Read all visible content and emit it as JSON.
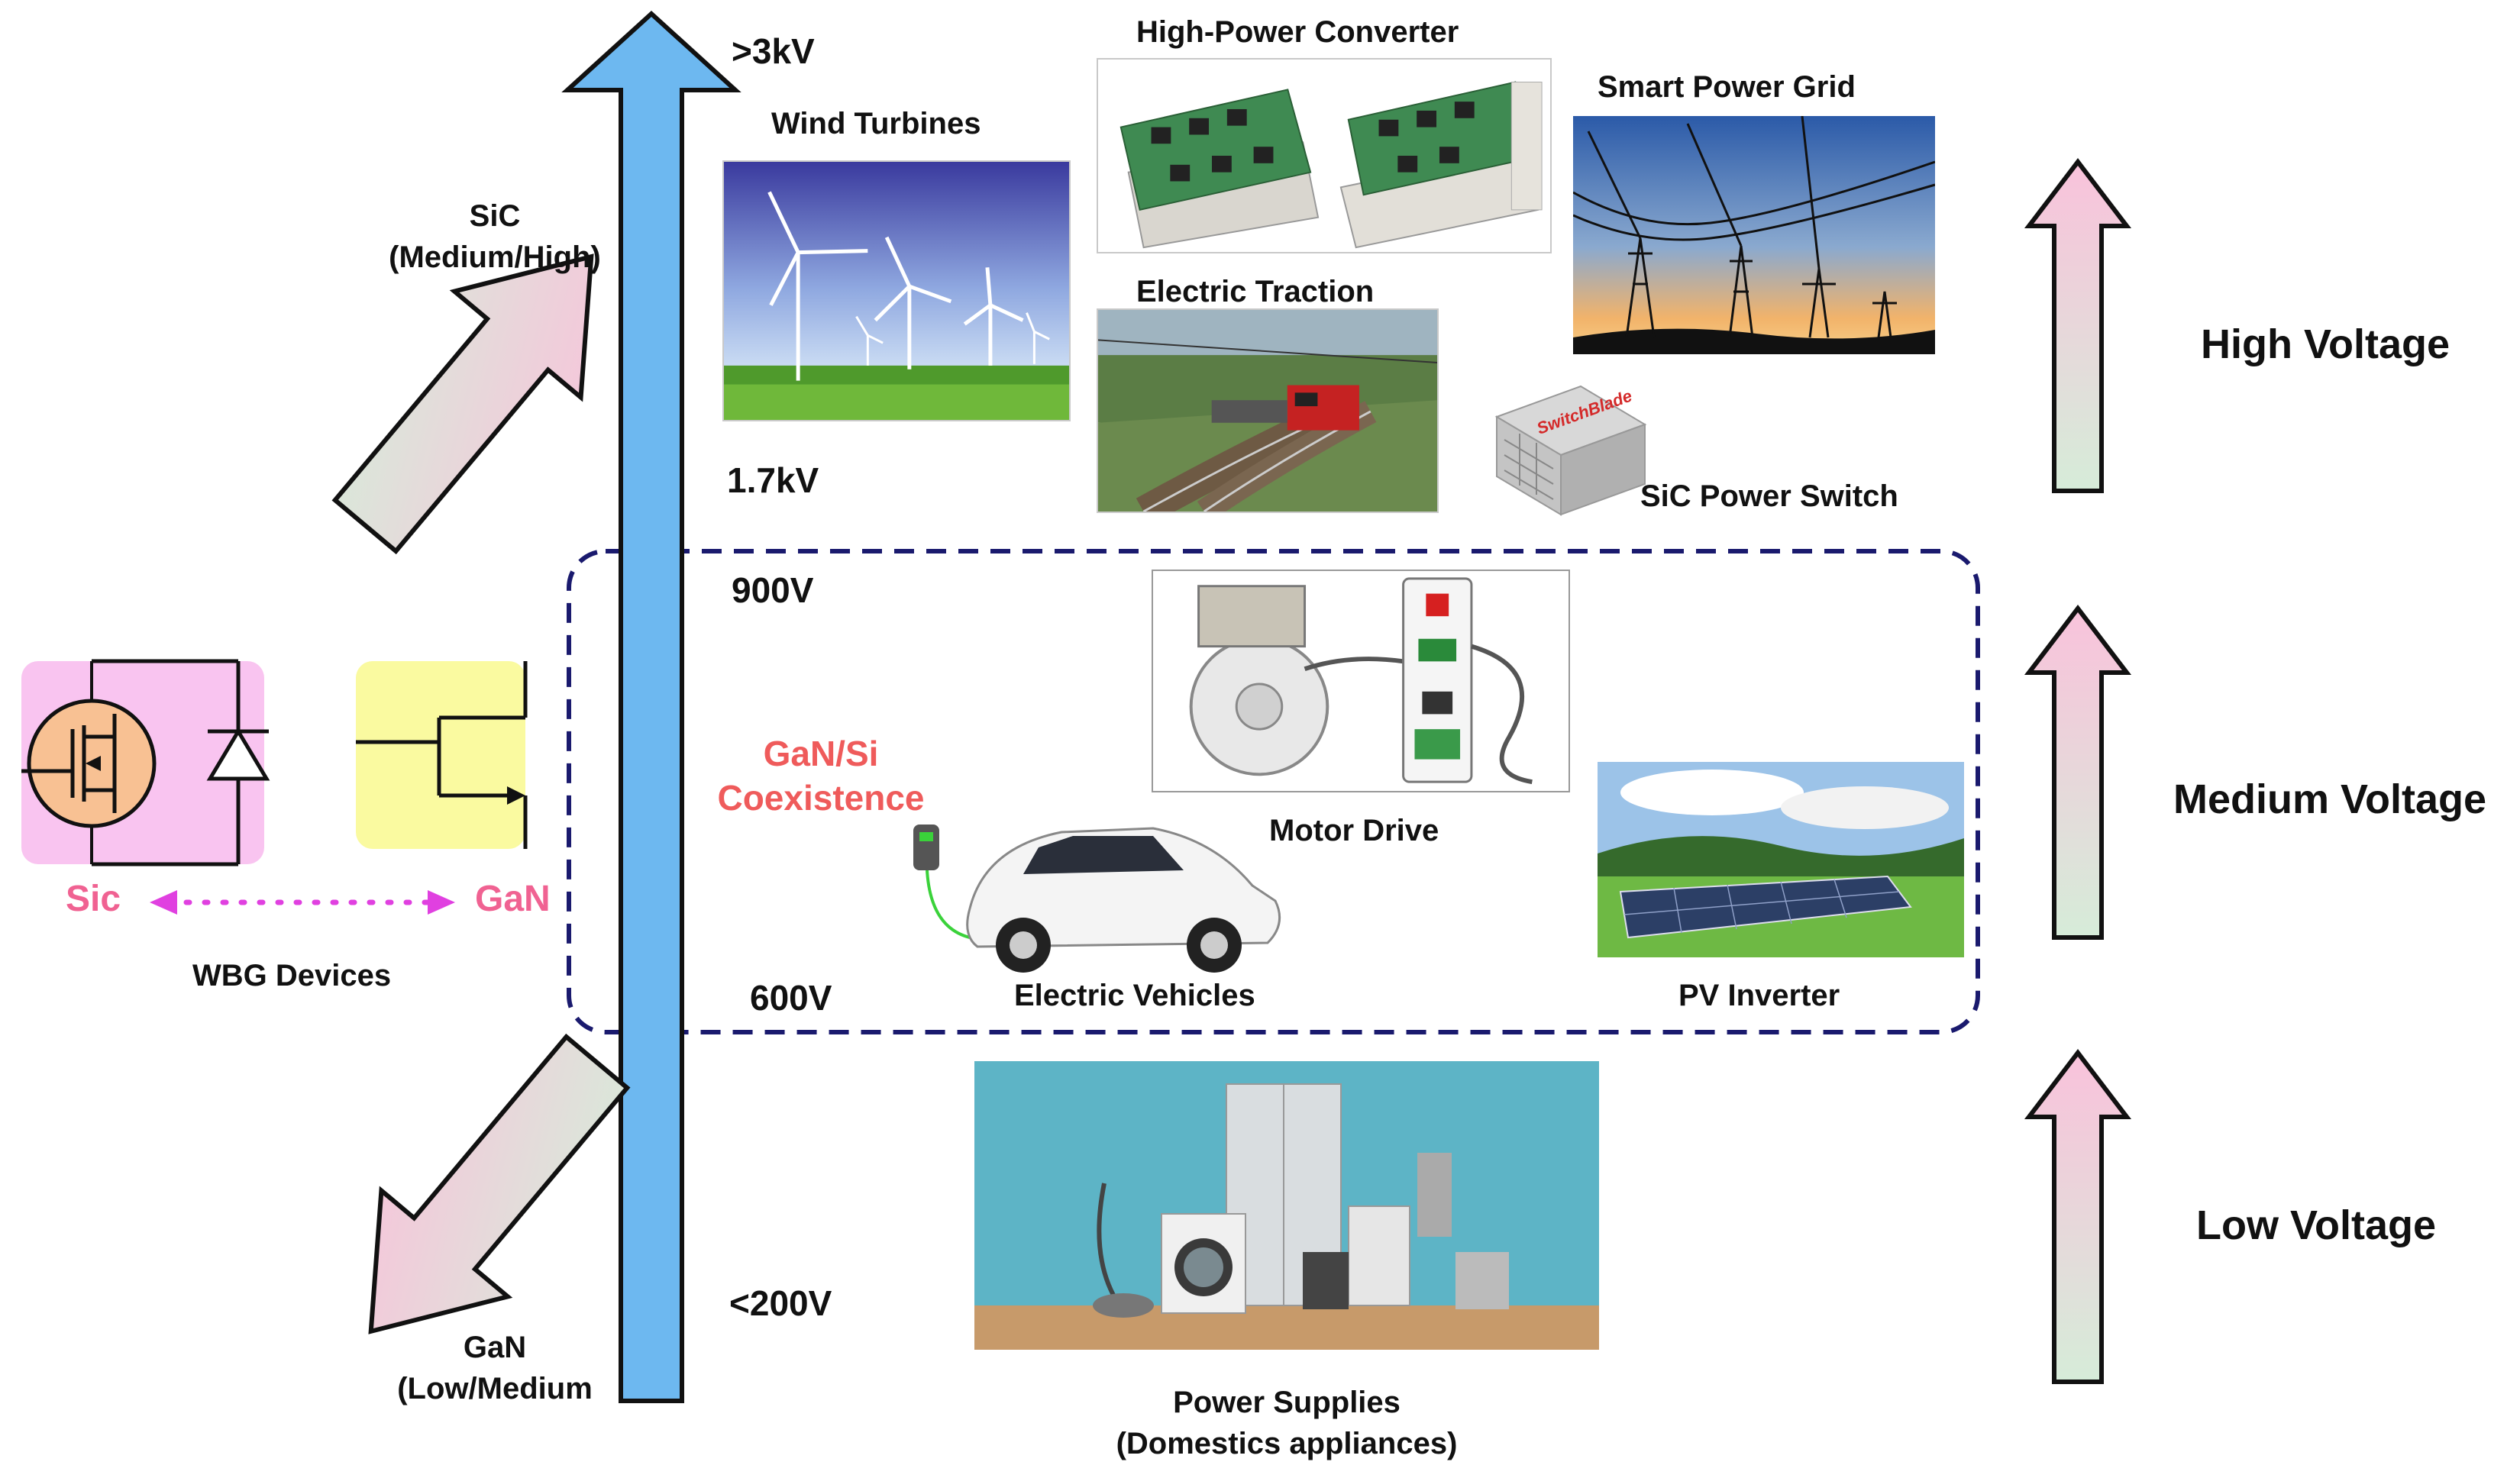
{
  "voltage_levels": {
    "above_3kv": ">3kV",
    "v_1_7kv": "1.7kV",
    "v_900": "900V",
    "v_600": "600V",
    "below_200": "<200V"
  },
  "device_arrows": {
    "sic_line1": "SiC",
    "sic_line2": "(Medium/High)",
    "gan_line1": "GaN",
    "gan_line2": "(Low/Medium"
  },
  "wbg": {
    "sic_label": "Sic",
    "gan_label": "GaN",
    "caption": "WBG Devices"
  },
  "coexistence": {
    "line1": "GaN/Si",
    "line2": "Coexistence"
  },
  "applications": {
    "wind_turbines": "Wind Turbines",
    "high_power_converter": "High-Power Converter",
    "smart_power_grid": "Smart Power Grid",
    "electric_traction": "Electric Traction",
    "sic_power_switch": "SiC Power Switch",
    "switch_brand": "SwitchBlade",
    "motor_drive": "Motor Drive",
    "electric_vehicles": "Electric Vehicles",
    "pv_inverter": "PV Inverter",
    "power_supplies_line1": "Power Supplies",
    "power_supplies_line2": "(Domestics appliances)"
  },
  "zones": {
    "high": "High Voltage",
    "medium": "Medium Voltage",
    "low": "Low Voltage"
  },
  "colors": {
    "voltage_axis": "#6db8f0",
    "dashed_box": "#1a1a6e",
    "arrow_top": "#f7c3d8",
    "arrow_bottom": "#d8ecd8",
    "sic_color": "#f06292",
    "gan_color": "#f06292",
    "coexistence_color": "#ef5b5b",
    "sic_box": "#f9c4f0",
    "gan_box": "#fafaa0"
  }
}
